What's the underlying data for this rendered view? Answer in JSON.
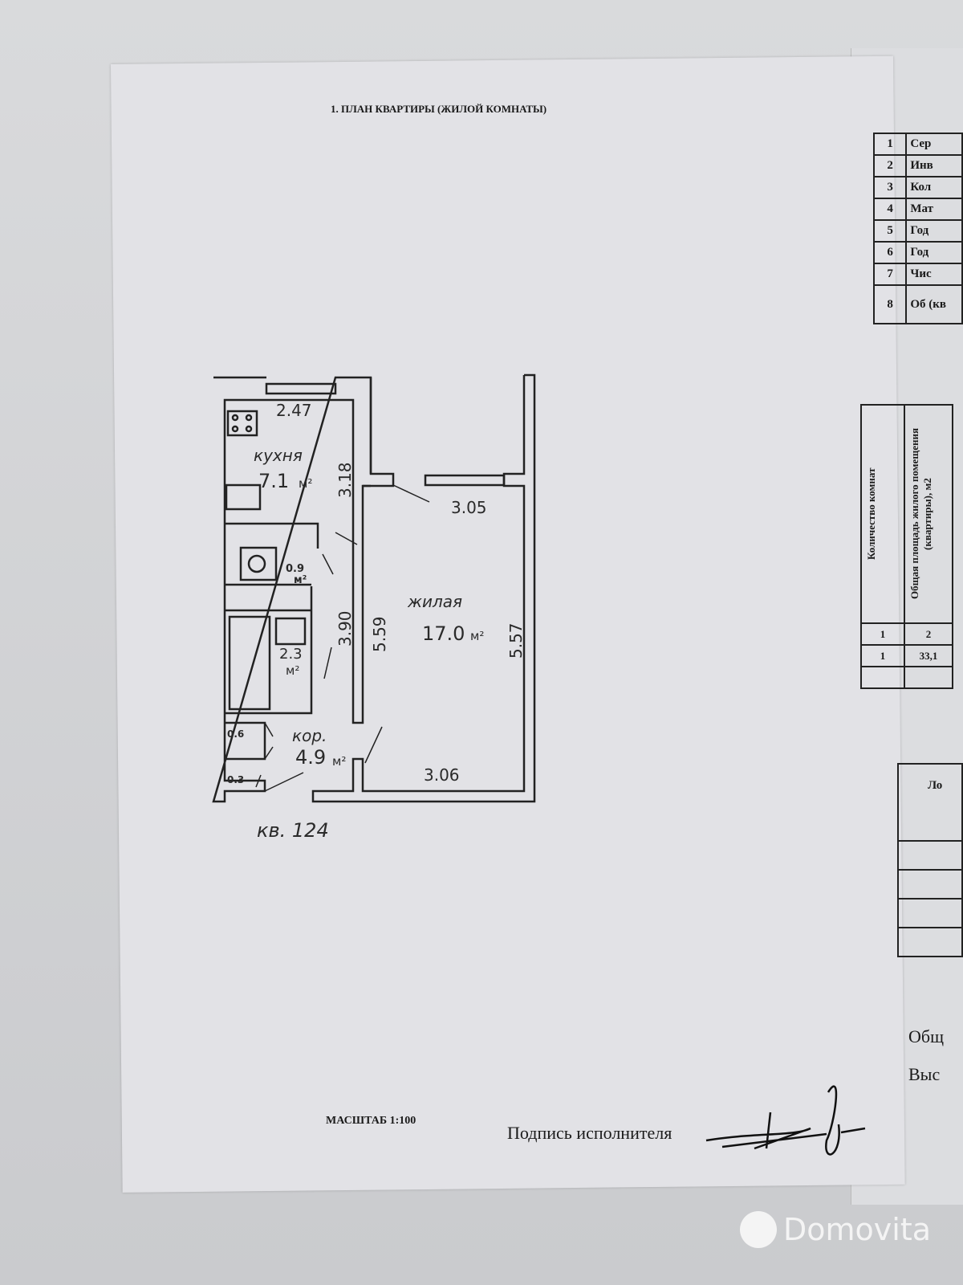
{
  "document": {
    "title": "1. ПЛАН КВАРТИРЫ (ЖИЛОЙ КОМНАТЫ)",
    "scale": "МАСШТАБ 1:100",
    "signature_label": "Подпись исполнителя"
  },
  "plan": {
    "apartment": "кв. 124",
    "kitchen": {
      "name": "кухня",
      "area": "7.1",
      "unit": "м²",
      "width": "2.47",
      "length": "3.18"
    },
    "living": {
      "name": "жилая",
      "area": "17.0",
      "unit": "м²",
      "width_top": "3.05",
      "width_bottom": "3.06",
      "length_left": "5.59",
      "length_right": "5.57"
    },
    "toilet": {
      "area": "0.9",
      "unit": "м²"
    },
    "bathroom": {
      "area": "2.3",
      "unit": "м²"
    },
    "corridor": {
      "name": "кор.",
      "area": "4.9",
      "unit": "м²",
      "length": "3.90"
    },
    "closet1": "0.6",
    "closet2": "0.3"
  },
  "right_table_1": {
    "rows": [
      {
        "n": "1",
        "label": "Сер"
      },
      {
        "n": "2",
        "label": "Инв"
      },
      {
        "n": "3",
        "label": "Кол"
      },
      {
        "n": "4",
        "label": "Мат"
      },
      {
        "n": "5",
        "label": "Год"
      },
      {
        "n": "6",
        "label": "Год"
      },
      {
        "n": "7",
        "label": "Чис"
      },
      {
        "n": "8",
        "label": "Об (кв"
      }
    ]
  },
  "right_table_2": {
    "headers": [
      "Количество комнат",
      "Общая площадь жилого помещения (квартиры), м2"
    ],
    "index_row": [
      "1",
      "2"
    ],
    "value_row": [
      "1",
      "33,1"
    ]
  },
  "right_table_3": {
    "header": "Ло"
  },
  "right_text": [
    "Общ",
    "Выс"
  ],
  "watermark": "Domovita"
}
